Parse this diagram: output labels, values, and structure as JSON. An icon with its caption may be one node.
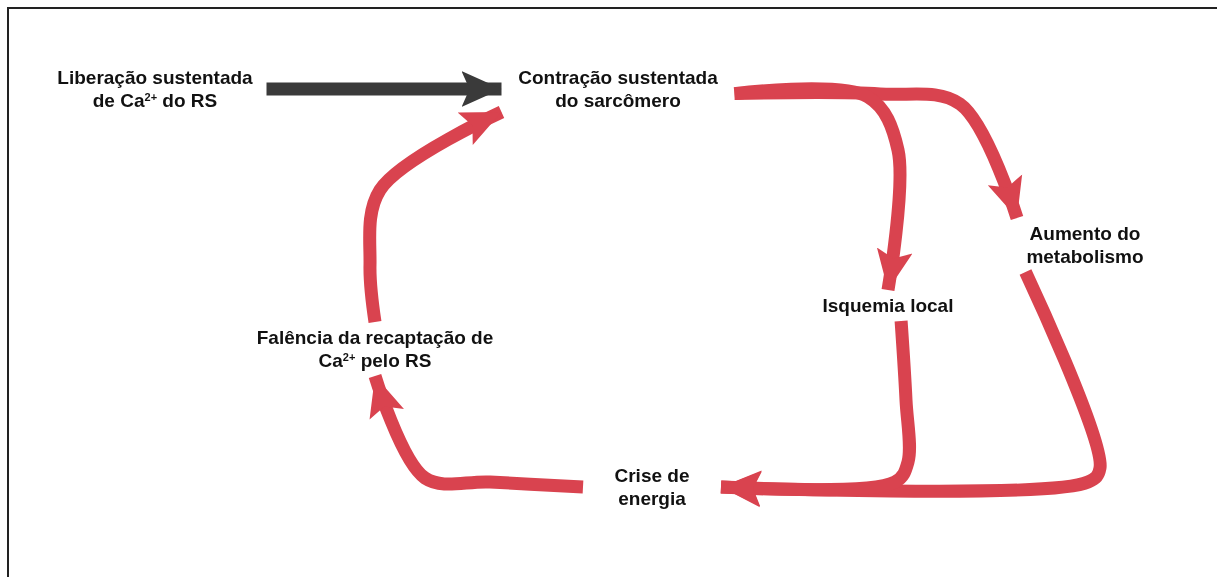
{
  "diagram": {
    "nodes": [
      {
        "text": [
          "Liberação sustentada de Ca$^{2+}$ do RS"
        ]
      },
      {
        "text": [
          "Contração sustentada do sarcômero"
        ]
      },
      {
        "text": [
          "Aumento do metabolismo"
        ]
      },
      {
        "text": [
          "Isquemia local"
        ]
      },
      {
        "text": [
          "Crise de energia"
        ]
      },
      {
        "text": [
          "Falência da recaptação de Ca$^{2+}$ pelo RS"
        ]
      }
    ],
    "edges": [
      {
        "from": 0,
        "to": 1,
        "arrow": "to",
        "color": "#3a3a3a"
      },
      {
        "from": 1,
        "to": 2,
        "arrow": "to"
      },
      {
        "from": 1,
        "to": 3,
        "arrow": "to"
      },
      {
        "from": 2,
        "to": 4,
        "arrow": "to"
      },
      {
        "from": 3,
        "to": 4,
        "arrow": "to"
      },
      {
        "from": 4,
        "to": 5,
        "arrow": "to"
      },
      {
        "from": 5,
        "to": 1,
        "arrow": "to"
      }
    ]
  }
}
